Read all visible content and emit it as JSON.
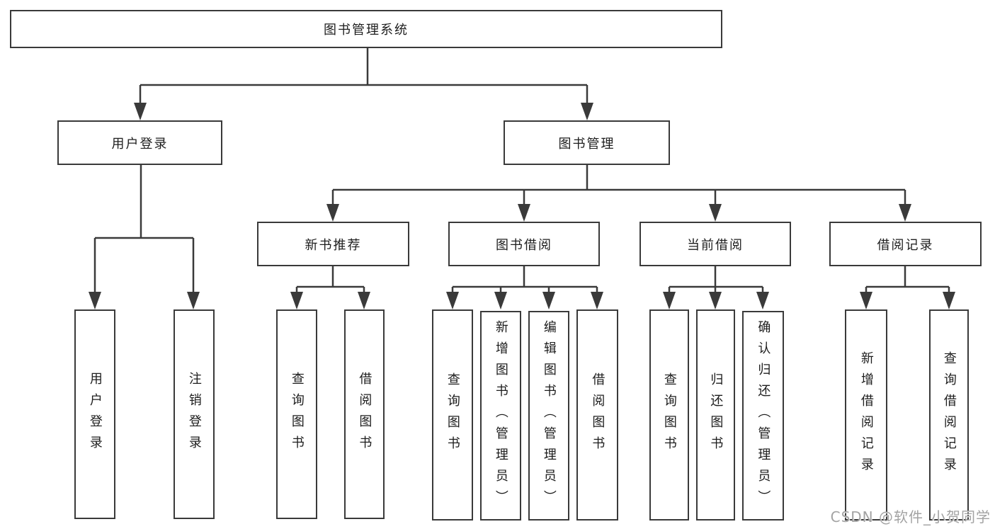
{
  "diagram": {
    "root": {
      "label": "图书管理系统"
    },
    "level1": [
      {
        "label": "用户登录"
      },
      {
        "label": "图书管理"
      }
    ],
    "level2": [
      {
        "label": "新书推荐"
      },
      {
        "label": "图书借阅"
      },
      {
        "label": "当前借阅"
      },
      {
        "label": "借阅记录"
      }
    ],
    "leaves": {
      "login": [
        {
          "label": "用户登录"
        },
        {
          "label": "注销登录"
        }
      ],
      "recommend": [
        {
          "label": "查询图书"
        },
        {
          "label": "借阅图书"
        }
      ],
      "borrow": [
        {
          "label": "查询图书"
        },
        {
          "label": "新增图书（管理员）"
        },
        {
          "label": "编辑图书（管理员）"
        },
        {
          "label": "借阅图书"
        }
      ],
      "current": [
        {
          "label": "查询图书"
        },
        {
          "label": "归还图书"
        },
        {
          "label": "确认归还（管理员）"
        }
      ],
      "records": [
        {
          "label": "新增借阅记录"
        },
        {
          "label": "查询借阅记录"
        }
      ]
    },
    "watermark": {
      "text": "CSDN @软件_小贺同学"
    },
    "colors": {
      "line": "#3a3a3a",
      "text": "#1d1d1d",
      "watermark": "#a3a3a3",
      "background": "#ffffff"
    }
  }
}
